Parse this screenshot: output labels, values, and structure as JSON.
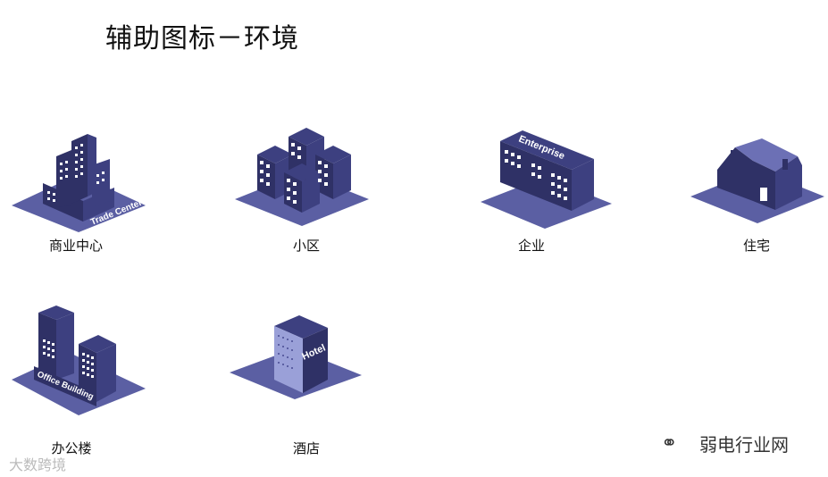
{
  "title": "辅助图标－环境",
  "icons": [
    {
      "label": "商业中心",
      "sign": "Trade Center"
    },
    {
      "label": "小区"
    },
    {
      "label": "企业",
      "sign": "Enterprise"
    },
    {
      "label": "住宅"
    },
    {
      "label": "办公楼",
      "sign": "Office Building"
    },
    {
      "label": "酒店",
      "sign": "Hotel"
    }
  ],
  "watermark_right": "弱电行业网",
  "watermark_left": "大数跨境",
  "colors": {
    "base": "#5b5fa3",
    "dark": "#2f3166",
    "mid": "#3d4080",
    "light": "#6c70b5",
    "window": "#ffffff"
  }
}
